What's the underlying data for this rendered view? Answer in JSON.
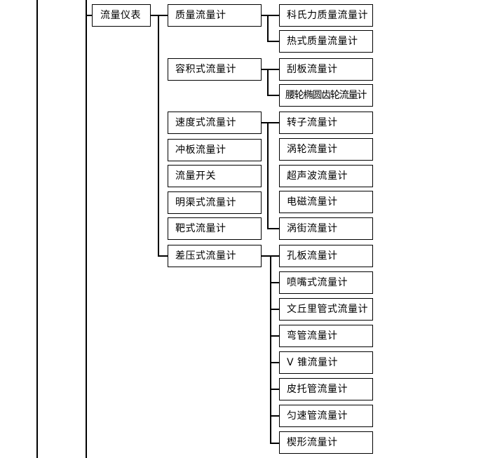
{
  "diagram": {
    "type": "tree",
    "title": "流量仪表",
    "orientation": "left-to-right",
    "colors": {
      "line": "#000000",
      "box_border": "#000000",
      "box_fill": "#ffffff",
      "text": "#000000",
      "page_background": "#ffffff"
    },
    "root": {
      "label": "流量仪表"
    },
    "level2": [
      {
        "label": "质量流量计"
      },
      {
        "label": "容积式流量计"
      },
      {
        "label": "速度式流量计"
      },
      {
        "label": "冲板流量计"
      },
      {
        "label": "流量开关"
      },
      {
        "label": "明渠式流量计"
      },
      {
        "label": "靶式流量计"
      },
      {
        "label": "差压式流量计"
      }
    ],
    "level3_mass": [
      {
        "label": "科氏力质量流量计"
      },
      {
        "label": "热式质量流量计"
      }
    ],
    "level3_volumetric": [
      {
        "label": "刮板流量计"
      },
      {
        "label": "腰轮椭圆齿轮流量计"
      }
    ],
    "level3_velocity": [
      {
        "label": "转子流量计"
      },
      {
        "label": "涡轮流量计"
      },
      {
        "label": "超声波流量计"
      },
      {
        "label": "电磁流量计"
      },
      {
        "label": "涡街流量计"
      }
    ],
    "level3_differential": [
      {
        "label": "孔板流量计"
      },
      {
        "label": "喷嘴式流量计"
      },
      {
        "label": "文丘里管式流量计"
      },
      {
        "label": "弯管流量计"
      },
      {
        "label": "V 锥流量计"
      },
      {
        "label": "皮托管流量计"
      },
      {
        "label": "匀速管流量计"
      },
      {
        "label": "楔形流量计"
      }
    ]
  }
}
